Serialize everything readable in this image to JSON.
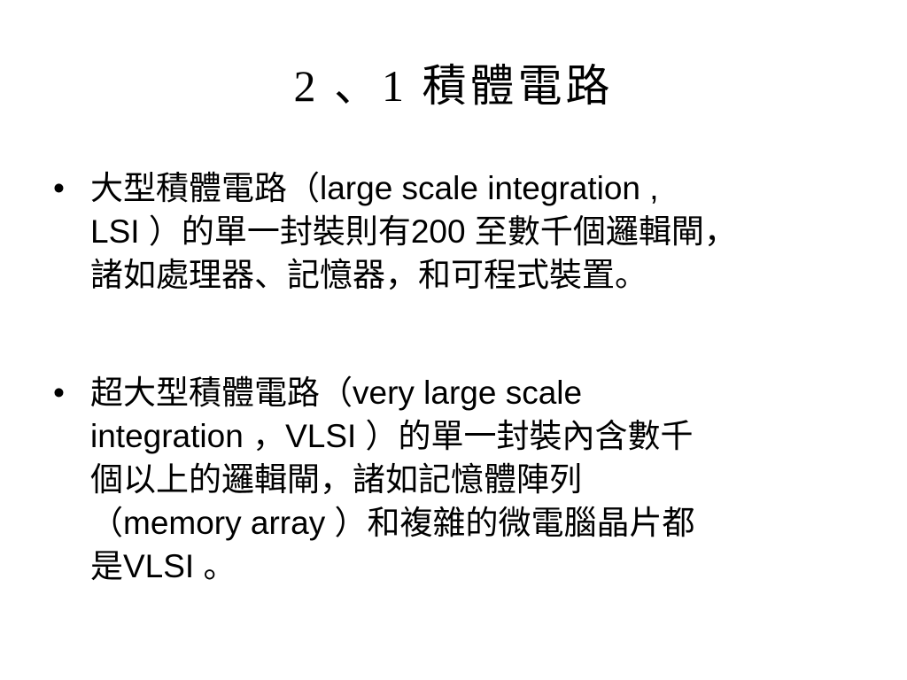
{
  "slide": {
    "title": "2 、1  積體電路",
    "bullets": [
      {
        "marker": "•",
        "lines": [
          "大型積體電路（large scale integration ,",
          "LSI ）的單一封裝則有200 至數千個邏輯閘，",
          "諸如處理器、記憶器，和可程式裝置。"
        ]
      },
      {
        "marker": "•",
        "lines": [
          "超大型積體電路（very large scale",
          "integration ，VLSI ）的單一封裝內含數千",
          "個以上的邏輯閘，諸如記憶體陣列",
          "（memory array ）和複雜的微電腦晶片都",
          "是VLSI 。"
        ]
      }
    ]
  }
}
